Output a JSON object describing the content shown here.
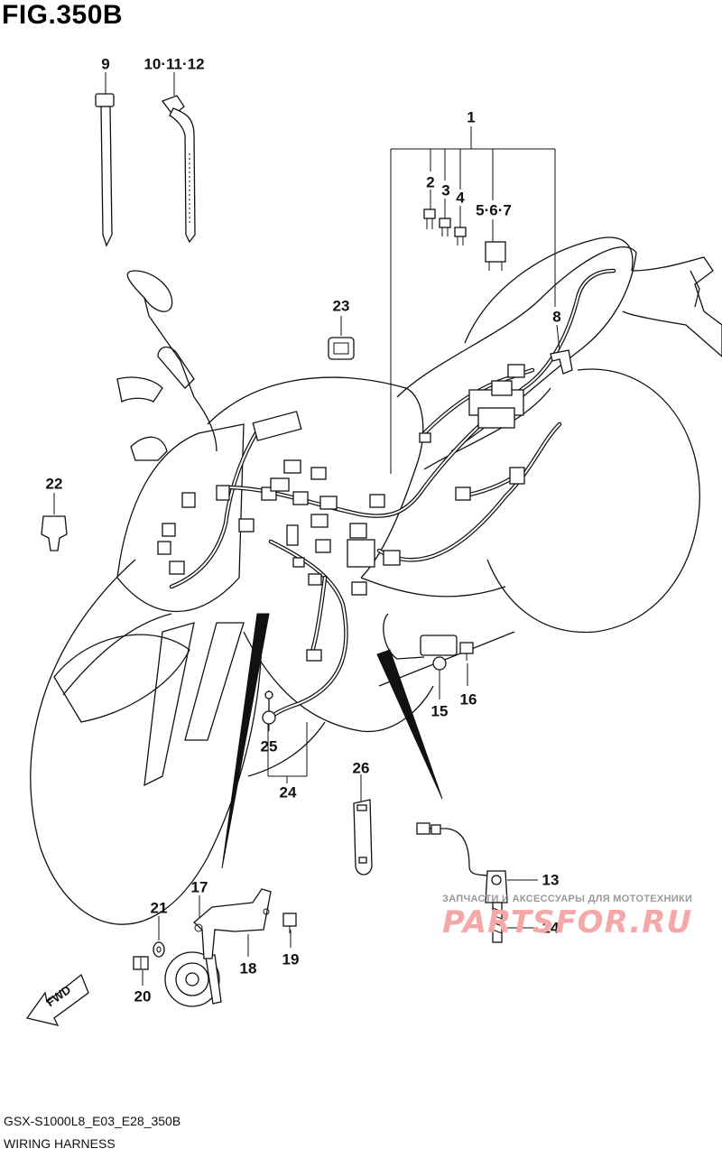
{
  "figure": {
    "title": "FIG.350B"
  },
  "callouts": {
    "c1": "1",
    "c2": "2",
    "c3": "3",
    "c4": "4",
    "c567": "5·6·7",
    "c8": "8",
    "c9": "9",
    "c101112": "10·11·12",
    "c13": "13",
    "c14": "14",
    "c15": "15",
    "c16": "16",
    "c17": "17",
    "c18": "18",
    "c19": "19",
    "c20": "20",
    "c21": "21",
    "c22": "22",
    "c23": "23",
    "c24": "24",
    "c25": "25",
    "c26": "26"
  },
  "fwd": {
    "label": "FWD"
  },
  "footer": {
    "model": "GSX-S1000L8_E03_E28_350B",
    "section": "WIRING HARNESS"
  },
  "watermark": {
    "tagline": "ЗАПЧАСТИ И АКСЕССУАРЫ ДЛЯ МОТОТЕХНИКИ",
    "brand": "PARTSFOR.RU"
  }
}
